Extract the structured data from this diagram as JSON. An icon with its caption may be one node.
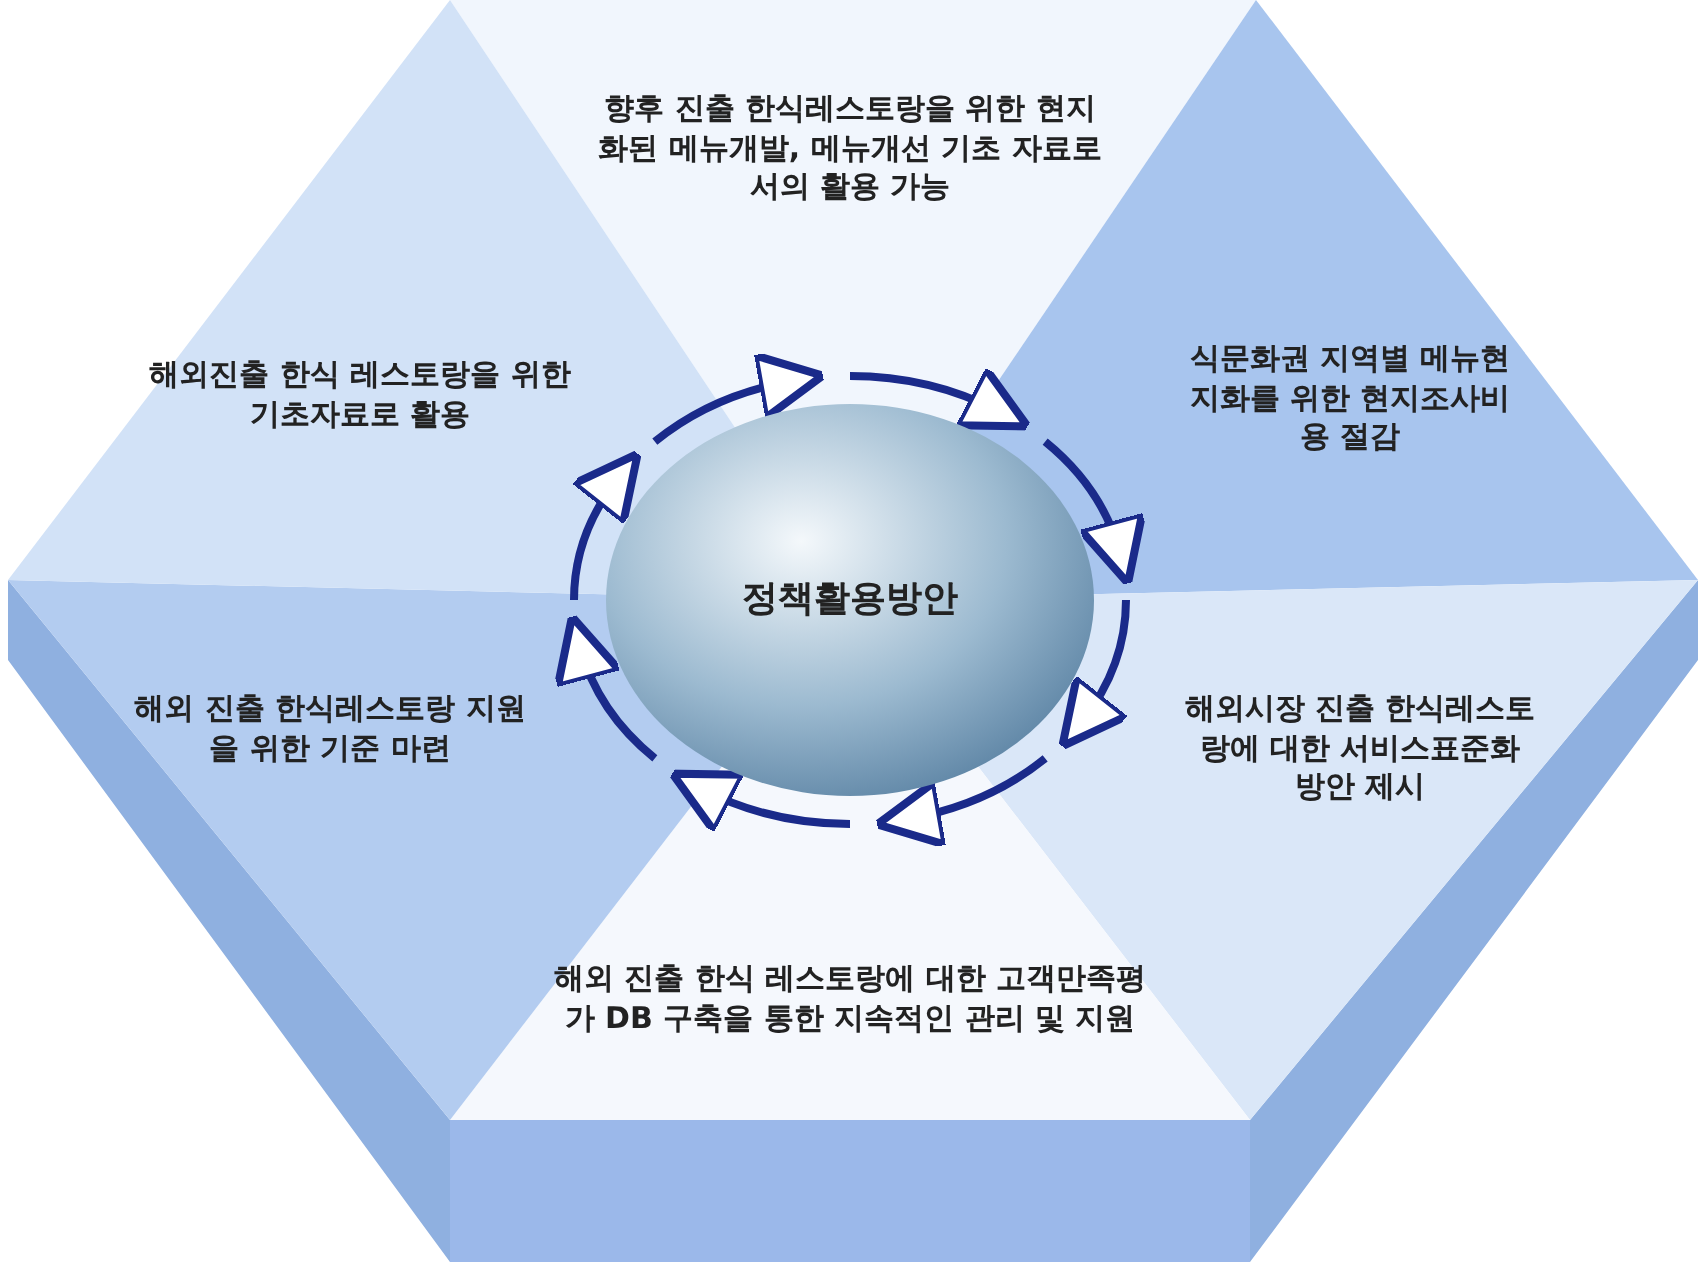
{
  "diagram": {
    "nodes": [
      {
        "text": [
          "정책활용방안"
        ]
      },
      {
        "text": [
          "향후 진출 한식레스토랑을 위한 현지화된 메뉴개발, 메뉴개선 기초 자료로서의 활용 가능"
        ]
      },
      {
        "text": [
          "식문화권 지역별 메뉴현지화를 위한 현지조사비용 절감"
        ]
      },
      {
        "text": [
          "해외시장 진출 한식레스토랑에 대한 서비스표준화 방안 제시"
        ]
      },
      {
        "text": [
          "해외 진출 한식 레스토랑에 대한 고객만족평가 DB 구축을 통한 지속적인 관리 및 지원"
        ]
      },
      {
        "text": [
          "해외 진출 한식레스토랑 지원을 위한 기준 마련"
        ]
      },
      {
        "text": [
          "해외진출 한식 레스토랑을 위한 기초자료로 활용"
        ]
      }
    ]
  }
}
